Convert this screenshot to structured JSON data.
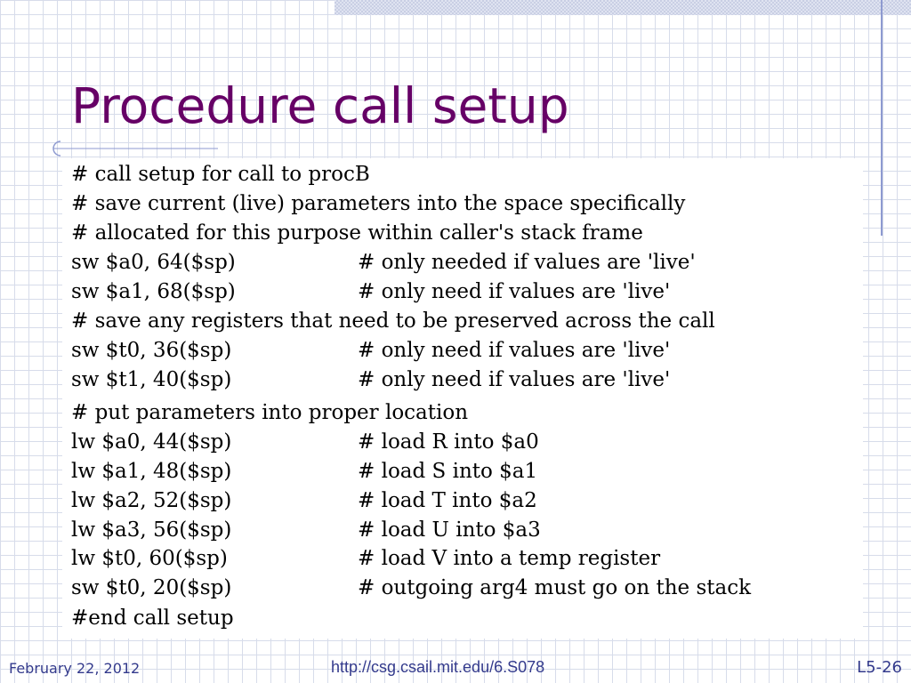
{
  "slide": {
    "title": "Procedure call setup",
    "accent_color": "#660066",
    "footer_color": "#333a8c",
    "code_lines": [
      {
        "instr": "# call setup for call to procB",
        "comment": ""
      },
      {
        "instr": "# save current (live) parameters into the space specifically",
        "comment": ""
      },
      {
        "instr": "# allocated for this purpose within caller's stack frame",
        "comment": ""
      },
      {
        "instr": "sw $a0, 64($sp)",
        "comment": "# only needed if values are 'live'"
      },
      {
        "instr": "sw $a1, 68($sp)",
        "comment": "# only need if values are 'live'"
      },
      {
        "instr": "# save any registers that need to be preserved across the call",
        "comment": ""
      },
      {
        "instr": "sw $t0, 36($sp)",
        "comment": "# only need if values are 'live'"
      },
      {
        "instr": "sw $t1, 40($sp)",
        "comment": "# only need if values are 'live'"
      },
      {
        "instr": "# put parameters into proper location",
        "comment": ""
      },
      {
        "instr": "lw $a0, 44($sp)",
        "comment": "# load R into $a0"
      },
      {
        "instr": "lw $a1, 48($sp)",
        "comment": "# load S into $a1"
      },
      {
        "instr": "lw $a2, 52($sp)",
        "comment": "# load T into $a2"
      },
      {
        "instr": "lw $a3, 56($sp)",
        "comment": "# load U into $a3"
      },
      {
        "instr": "lw $t0, 60($sp)",
        "comment": "# load V into a temp register"
      },
      {
        "instr": "sw $t0, 20($sp)",
        "comment": "# outgoing arg4 must go on the stack"
      },
      {
        "instr": "#end call setup",
        "comment": ""
      }
    ]
  },
  "footer": {
    "date": "February 22, 2012",
    "url": "http://csg.csail.mit.edu/6.S078",
    "page": "L5-26"
  }
}
